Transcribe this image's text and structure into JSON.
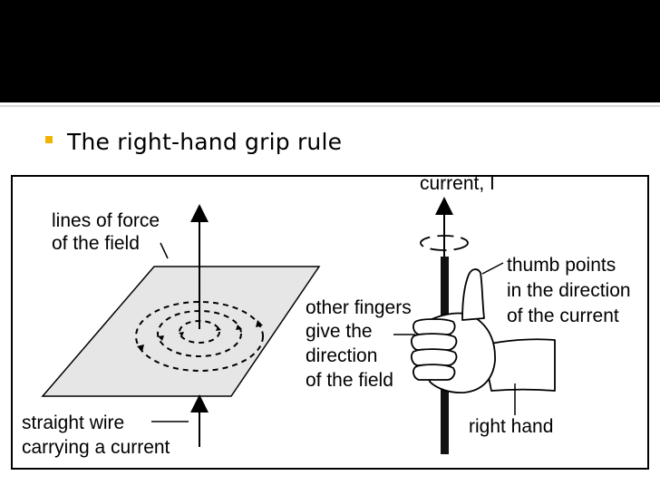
{
  "slide": {
    "bullet": "The right-hand grip rule",
    "bullet_color": "#f0b400",
    "header_color": "#000000"
  },
  "figure": {
    "labels": {
      "current": "current, I",
      "lines_of_force_1": "lines of force",
      "lines_of_force_2": "of the field",
      "other_fingers_1": "other fingers",
      "other_fingers_2": "give the",
      "other_fingers_3": "direction",
      "other_fingers_4": "of the field",
      "thumb_1": "thumb points",
      "thumb_2": "in the direction",
      "thumb_3": "of the current",
      "straight_wire_1": "straight wire",
      "straight_wire_2": "carrying a current",
      "right_hand": "right hand"
    }
  }
}
